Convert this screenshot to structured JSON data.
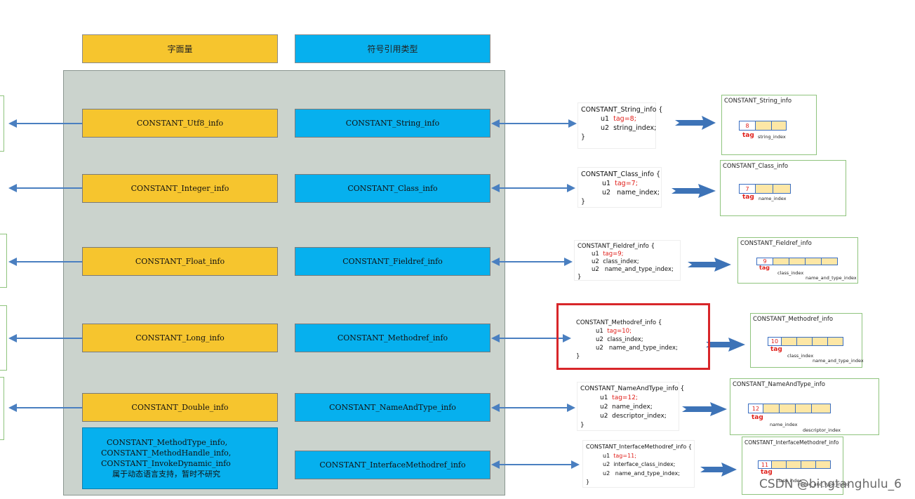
{
  "headers": {
    "literal": "字面量",
    "symbolic": "符号引用类型"
  },
  "literals": [
    "CONSTANT_Utf8_info",
    "CONSTANT_Integer_info",
    "CONSTANT_Float_info",
    "CONSTANT_Long_info",
    "CONSTANT_Double_info"
  ],
  "symbolic_refs": [
    "CONSTANT_String_info",
    "CONSTANT_Class_info",
    "CONSTANT_Fieldref_info",
    "CONSTANT_Methodref_info",
    "CONSTANT_NameAndType_info",
    "CONSTANT_InterfaceMethodref_info"
  ],
  "dynamic_box": {
    "line1": "CONSTANT_MethodType_info,",
    "line2": "CONSTANT_MethodHandle_info,",
    "line3": "CONSTANT_InvokeDynamic_info",
    "note": "属于动态语言支持，暂时不研究"
  },
  "structs": [
    {
      "name": "CONSTANT_String_info",
      "open": "CONSTANT_String_info {",
      "u1": "u1",
      "tag_text": "tag=8;",
      "fields": [
        "u2  string_index;"
      ],
      "close": "}",
      "tag_value": "8",
      "field_labels": [
        "string_index"
      ]
    },
    {
      "name": "CONSTANT_Class_info",
      "open": "CONSTANT_Class_info {",
      "u1": "u1",
      "tag_text": "tag=7;",
      "fields": [
        "u2   name_index;"
      ],
      "close": "}",
      "tag_value": "7",
      "field_labels": [
        "name_index"
      ]
    },
    {
      "name": "CONSTANT_Fieldref_info",
      "open": "CONSTANT_Fieldref_info {",
      "u1": "u1",
      "tag_text": "tag=9;",
      "fields": [
        "u2  class_index;",
        "u2   name_and_type_index;"
      ],
      "close": "}",
      "tag_value": "9",
      "field_labels": [
        "class_index",
        "name_and_type_index"
      ]
    },
    {
      "name": "CONSTANT_Methodref_info",
      "open": "CONSTANT_Methodref_info {",
      "u1": "u1",
      "tag_text": "tag=10;",
      "fields": [
        "u2  class_index;",
        "u2   name_and_type_index;"
      ],
      "close": "}",
      "tag_value": "10",
      "field_labels": [
        "class_index",
        "name_and_type_index"
      ]
    },
    {
      "name": "CONSTANT_NameAndType_info",
      "open": "CONSTANT_NameAndType_info {",
      "u1": "u1",
      "tag_text": "tag=12;",
      "fields": [
        "u2  name_index;",
        "u2  descriptor_index;"
      ],
      "close": "}",
      "tag_value": "12",
      "field_labels": [
        "name_index",
        "descriptor_index"
      ]
    },
    {
      "name": "CONSTANT_InterfaceMethodref_info",
      "open": "CONSTANT_InterfaceMethodref_info {",
      "u1": "u1",
      "tag_text": "tag=11;",
      "fields": [
        "u2  interface_class_index;",
        "u2   name_and_type_index;"
      ],
      "close": "}",
      "tag_value": "11",
      "field_labels": [
        "class_index",
        "name_and_type_index"
      ]
    }
  ],
  "tag_label": "tag",
  "watermark": "CSDN @bingtanghulu_6",
  "colors": {
    "literal": "#f6c52e",
    "symbolic": "#06b0ee",
    "panel": "#cbd3cd",
    "arrow": "#4a7fc0",
    "highlight": "#d8262a"
  }
}
